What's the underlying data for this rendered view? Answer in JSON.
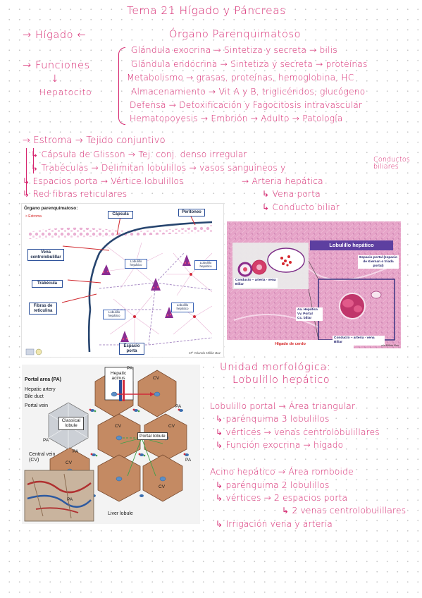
{
  "title": "Tema 21  Hígado y Páncreas",
  "header": {
    "left_topic": "→ Hígado ←",
    "right_topic": "Órgano Parenquimatoso"
  },
  "funciones": {
    "label": "→ Funciones",
    "arrow": "↓",
    "cell": "Hepatocito",
    "items": [
      "Glándula exocrina → Sintetiza y secreta → bilis",
      "Glándula endocrina → Sintetiza y secreta → proteínas",
      "Metabolismo → grasas, proteínas, hemoglobina, HC",
      "Almacenamiento → Vit A y B, triglicéridos, glucógeno",
      "Defensa → Detoxificación y Fagocitosis intravascular",
      "Hematopoyesis → Embrión → Adulto → Patología"
    ]
  },
  "estroma": {
    "header": "→ Estroma → Tejido conjuntivo",
    "lines": [
      "↳ Cápsula de Glisson → Tej. conj. denso irregular",
      "↳ Trabéculas → Delimitan lobulillos → vasos sanguíneos y",
      "↳ Espacios porta → Vértice lobulillos",
      "↳ Red fibras reticulares"
    ],
    "conductos": "Conductos\nbiliares",
    "porta_items": [
      "→ Arteria hepática",
      "↳ Vena porta",
      "↳ Conducto biliar"
    ]
  },
  "fig1": {
    "title": "Órgano parenquimatoso:",
    "subtitle": "> Estroma",
    "capsula": "Cápsula",
    "peritoneo": "Peritoneo",
    "vena": "Vena centrolobulillar",
    "trabecula": "Trabécula",
    "fibras": "Fibras de reticulina",
    "espacio": "Espacio porta",
    "lobulillo": "Lobulillo hepático",
    "credit": "Mª Yolanda Millán Buz"
  },
  "fig2": {
    "title": "Lobulillo hepático",
    "espacio": "Espacio portal (espacio de Kiernan o triada portal)",
    "inset_caption": "Conducto – arteria - vena Biliar",
    "components": "Aa. Hepática\nVv. Portal\nCc. biliar",
    "caption": "Hígado de cerdo",
    "bottom_label": "Conducto – arteria - vena Biliar",
    "credit": "ola Millán Buz"
  },
  "fig3": {
    "portal_area": "Portal area (PA)",
    "hepatic_artery": "Hepatic artery",
    "bile_duct": "Bile duct",
    "portal_vein": "Portal vein",
    "classical": "Classical lobule",
    "central_vein": "Central vein (CV)",
    "acinus": "Hepatic acinus",
    "portal_lobule": "Portal lobule",
    "liver_lobule": "Liver lobule",
    "pa": "PA",
    "cv": "CV"
  },
  "unidad": {
    "title": "Unidad morfológica:",
    "subtitle": "Lobulillo hepático",
    "lines": [
      "Lobulillo portal → Área triangular",
      "↳ parénquima 3 lobulillos",
      "↳ vértices → venas centrolobulillares",
      "↳ Función exocrina → hígado"
    ],
    "acino_lines": [
      "Acino hepático → Área romboide",
      "↳ parénquima 2 lobulillos",
      "↳ vértices → 2 espacios porta",
      "↳ 2 venas centrolobulillares",
      "↳ Irrigación vena y arteria"
    ]
  },
  "colors": {
    "ink": "#d6246e",
    "hex_fill": "#c48a63",
    "label_blue": "#2a4f9a",
    "tissue_pink": "#e29cc4",
    "caption_purple": "#5d3fa0"
  }
}
